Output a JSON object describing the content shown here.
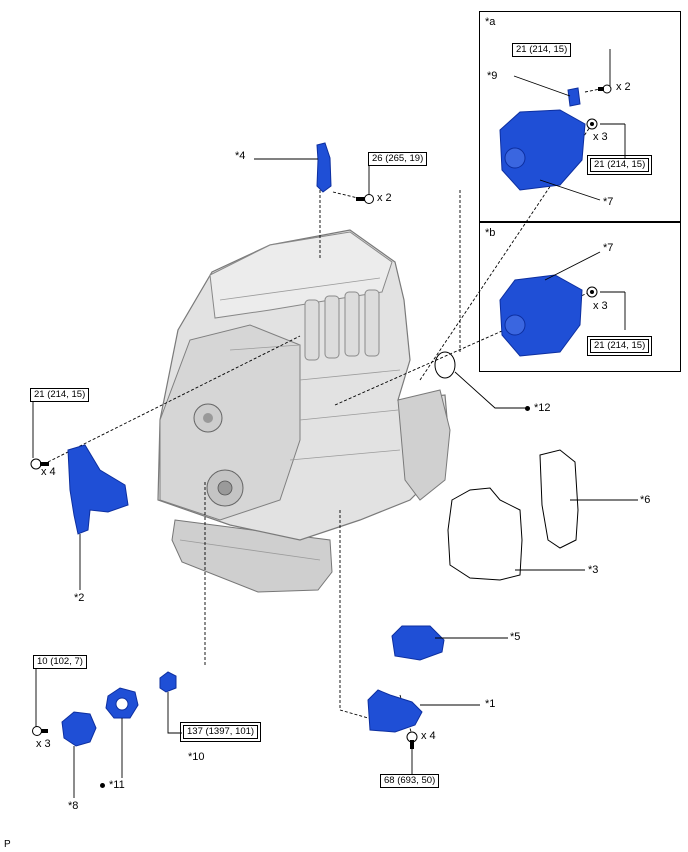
{
  "colors": {
    "part_blue": "#1f4fd6",
    "part_blue_dark": "#0d2fa0",
    "engine_gray": "#d9d9d9",
    "engine_dark": "#8c8c8c",
    "line": "#000000"
  },
  "frames": {
    "a": "*a",
    "b": "*b"
  },
  "torques": {
    "t_a_bolt": "21 (214, 15)",
    "t_a_nut": "21 (214, 15)",
    "t_b_nut": "21 (214, 15)",
    "t_hanger": "26 (265, 19)",
    "t_bracket": "21 (214, 15)",
    "t_cover": "10 (102, 7)",
    "t_plug": "137 (1397, 101)",
    "t_mount": "68 (693, 50)"
  },
  "quantities": {
    "q_a_bolt": "x 2",
    "q_a_nut": "x 3",
    "q_b_nut": "x 3",
    "q_hanger": "x 2",
    "q_bracket": "x 4",
    "q_cover": "x 3",
    "q_mount": "x 4"
  },
  "callouts": {
    "c1": "*1",
    "c2": "*2",
    "c3": "*3",
    "c4": "*4",
    "c5": "*5",
    "c6": "*6",
    "c7a": "*7",
    "c7b": "*7",
    "c8": "*8",
    "c9": "*9",
    "c10": "*10",
    "c11": "*11",
    "c12": "*12"
  },
  "figure_code": "P"
}
